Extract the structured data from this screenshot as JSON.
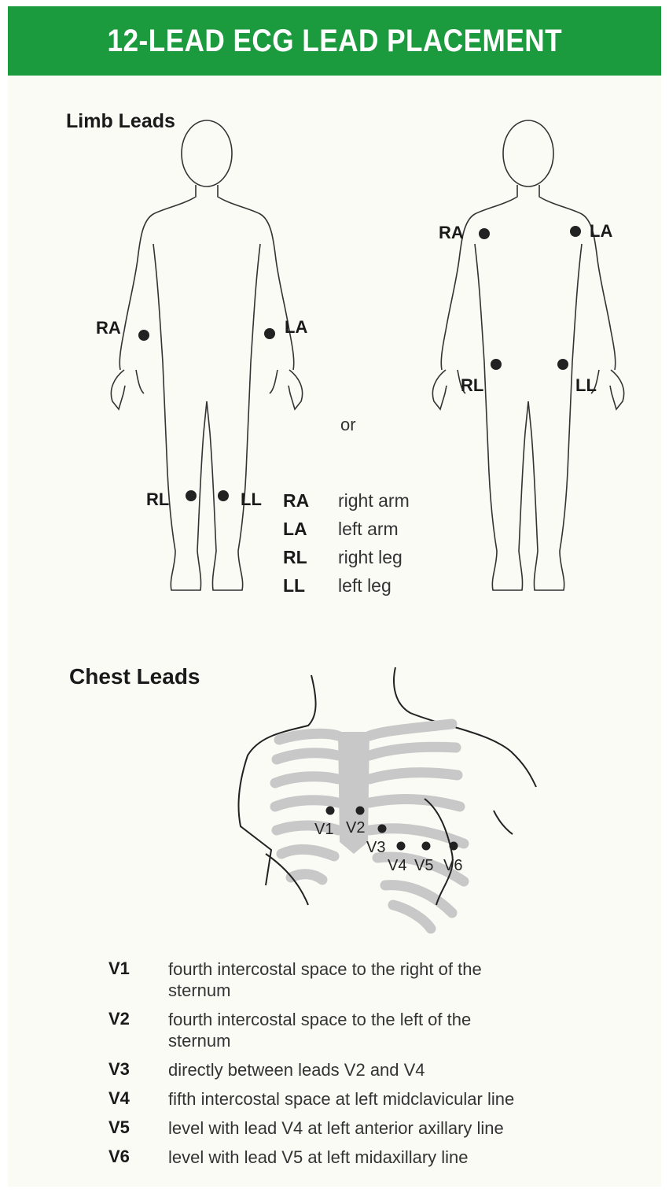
{
  "header": {
    "title": "12-LEAD ECG LEAD PLACEMENT"
  },
  "colors": {
    "header_bg": "#1c9a3e",
    "electrode": "#222222",
    "ribs": "#c8c8c8"
  },
  "limb": {
    "title": "Limb Leads",
    "separator": "or",
    "figure_a_labels": {
      "ra": "RA",
      "la": "LA",
      "rl": "RL",
      "ll": "LL"
    },
    "figure_b_labels": {
      "ra": "RA",
      "la": "LA",
      "rl": "RL",
      "ll": "LL"
    },
    "legend": [
      {
        "code": "RA",
        "desc": "right arm"
      },
      {
        "code": "LA",
        "desc": "left arm"
      },
      {
        "code": "RL",
        "desc": "right leg"
      },
      {
        "code": "LL",
        "desc": "left leg"
      }
    ]
  },
  "chest": {
    "title": "Chest Leads",
    "electrode_labels": [
      "V1",
      "V2",
      "V3",
      "V4",
      "V5",
      "V6"
    ],
    "items": [
      {
        "code": "V1",
        "desc": "fourth intercostal space to the right of the sternum"
      },
      {
        "code": "V2",
        "desc": "fourth intercostal space to the left of the sternum"
      },
      {
        "code": "V3",
        "desc": "directly between leads V2 and V4"
      },
      {
        "code": "V4",
        "desc": "fifth intercostal space at left midclavicular line"
      },
      {
        "code": "V5",
        "desc": "level with lead V4 at left anterior axillary line"
      },
      {
        "code": "V6",
        "desc": "level with lead V5 at left midaxillary line"
      }
    ]
  }
}
